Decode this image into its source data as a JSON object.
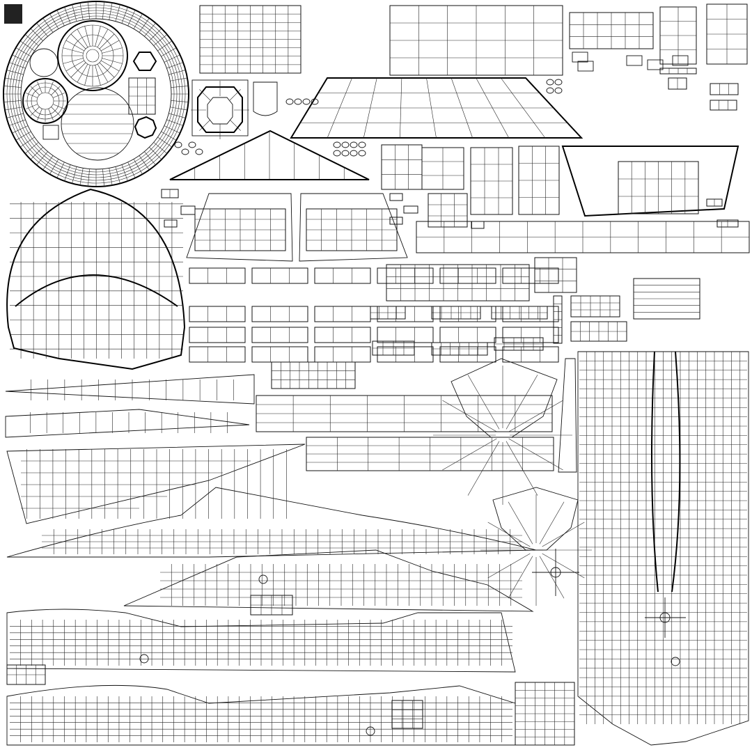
{
  "sheet": {
    "kind": "uv-layout-wireframe",
    "background": "#ffffff",
    "line_color": "#000000"
  },
  "islands": [
    "wheel-disc",
    "turbine-hub",
    "bolt-hub",
    "hexagon-cap",
    "octagon-nut",
    "octagon-cap",
    "shield-piece",
    "wing-panel-top",
    "roof-panel",
    "hood-trapezoid",
    "wing-triangle",
    "nose-fairing",
    "canopy-dome",
    "side-pod-left",
    "side-pod-right",
    "long-strip-upper",
    "long-strip-lower",
    "fin-left-1",
    "fin-left-2",
    "fin-left-3",
    "body-side-1",
    "body-side-2",
    "body-side-3",
    "body-side-4",
    "fuselage-top",
    "front-fan",
    "propeller-1",
    "propeller-2",
    "small-panels"
  ]
}
